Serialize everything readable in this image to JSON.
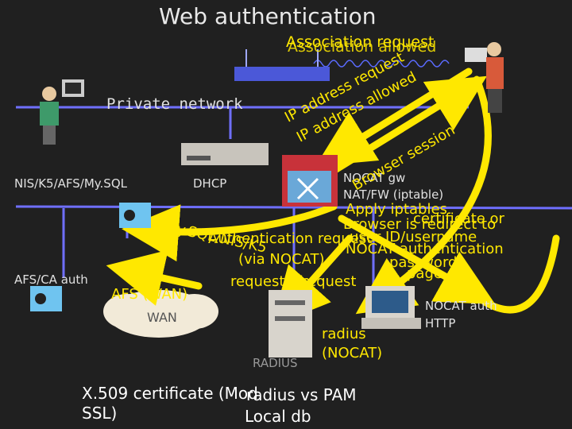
{
  "title": "Web authentication",
  "association": [
    "Association request",
    "Association allowed"
  ],
  "private_network": "Private network",
  "labels": {
    "nis": "NIS/K5/AFS/My.SQL",
    "dhcp": "DHCP",
    "afs_ca": "AFS/CA auth",
    "nocat_gw": [
      "NOCAT gw",
      "NAT/FW (iptable)"
    ],
    "nocat_auth": [
      "NOCAT auth",
      "HTTP"
    ],
    "radius_nocat": [
      "radius",
      "(NOCAT)"
    ],
    "radius_server": "RADIUS",
    "wan": "WAN",
    "afs_wan": "AFS (WAN)"
  },
  "overlay": {
    "ip_request": "IP address request",
    "ip_allowed": "IP address allowed",
    "browser_session": "Browser session",
    "apply_iptables": "Apply iptables",
    "browser_redirect": "Browser is redirect to",
    "certificate_or": "certificate or",
    "user_id": "user ID/username",
    "nocat_auth_page": "NOCAT authentication",
    "password_page": "password",
    "page": "page",
    "auth_request": "Authentication request",
    "via_nocat": "(via NOCAT)",
    "requests_for": "requests for",
    "mysql_nis": "My.SQL/NIS/K5",
    "aq_request": "request"
  },
  "bottom": {
    "x509": "X.509 certificate (Mod",
    "ssl": "SSL)",
    "radius_pam": "radius vs PAM",
    "local_db": "Local db"
  }
}
